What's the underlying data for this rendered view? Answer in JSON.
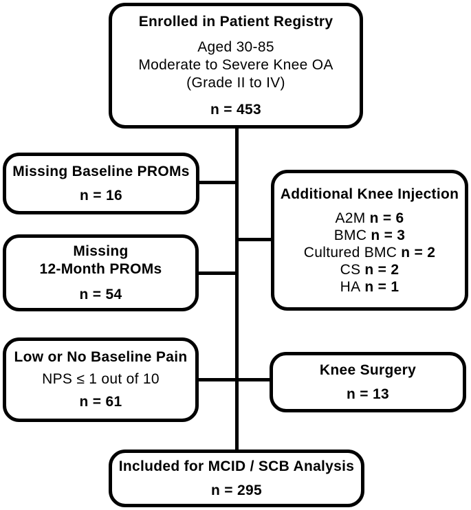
{
  "diagram": {
    "type": "patient-flow-chart",
    "colors": {
      "line": "#000000",
      "background": "#ffffff",
      "text": "#000000"
    },
    "boxes": {
      "enrolled": {
        "title": "Enrolled in Patient Registry",
        "lines": [
          "Aged 30-85",
          "Moderate to Severe Knee OA",
          "(Grade II to IV)"
        ],
        "n": "n = 453"
      },
      "missing_baseline": {
        "title": "Missing Baseline PROMs",
        "n": "n = 16"
      },
      "additional_injection": {
        "title": "Additional Knee Injection",
        "items": [
          {
            "label": "A2M",
            "n": "n = 6"
          },
          {
            "label": "BMC",
            "n": "n = 3"
          },
          {
            "label": "Cultured BMC",
            "n": "n = 2"
          },
          {
            "label": "CS",
            "n": "n = 2"
          },
          {
            "label": "HA",
            "n": "n = 1"
          }
        ]
      },
      "missing_12mo": {
        "title_line1": "Missing",
        "title_line2": "12-Month PROMs",
        "n": "n = 54"
      },
      "low_pain": {
        "title": "Low or No Baseline Pain",
        "subtitle": "NPS ≤ 1 out of 10",
        "n": "n = 61"
      },
      "knee_surgery": {
        "title": "Knee Surgery",
        "n": "n = 13"
      },
      "included": {
        "title": "Included for MCID / SCB Analysis",
        "n": "n = 295"
      }
    }
  }
}
